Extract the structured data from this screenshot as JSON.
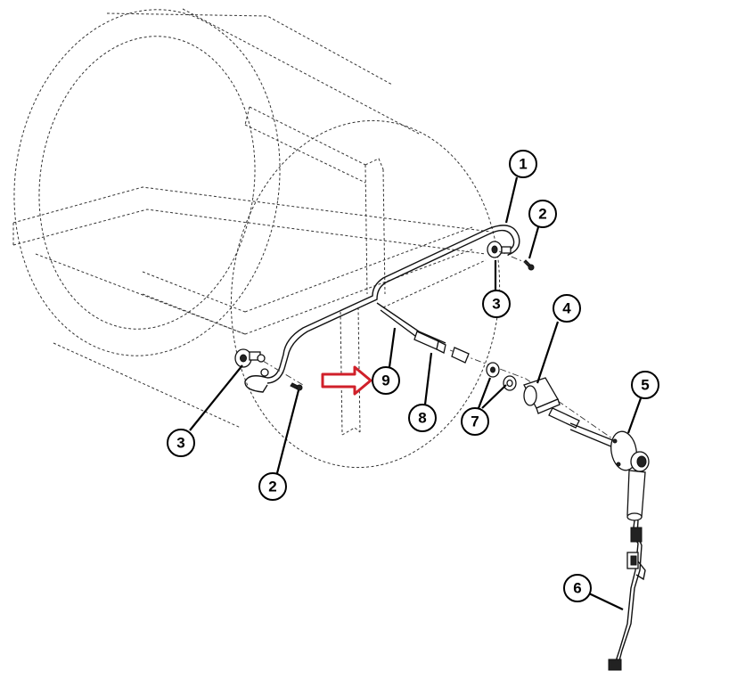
{
  "callouts": {
    "c1": "1",
    "c2a": "2",
    "c2b": "2",
    "c3a": "3",
    "c3b": "3",
    "c4": "4",
    "c5": "5",
    "c6": "6",
    "c7": "7",
    "c8": "8",
    "c9": "9"
  },
  "colors": {
    "highlight_arrow": "#d0202a",
    "line": "#111111"
  }
}
